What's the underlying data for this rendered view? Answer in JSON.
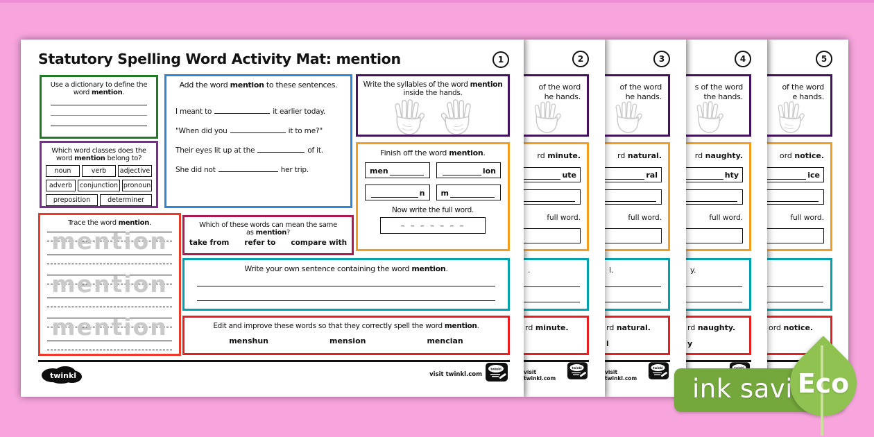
{
  "title": "Statutory Spelling Word Activity Mat: mention",
  "page_number": "1",
  "dictionary": {
    "pre": "Use a dictionary to define the word ",
    "word": "mention",
    "post": "."
  },
  "word_classes": {
    "pre": "Which word classes does the word ",
    "word": "mention",
    "post": " belong to?",
    "cells": [
      "noun",
      "verb",
      "adjective",
      "adverb",
      "conjunction",
      "pronoun",
      "preposition",
      "determiner"
    ]
  },
  "trace": {
    "pre": "Trace the word ",
    "word": "mention",
    "post": ".",
    "ghost": "mention"
  },
  "sentences": {
    "pre": "Add the word ",
    "word": "mention",
    "post": " to these sentences.",
    "items": [
      {
        "pre": "I meant to",
        "post": "it earlier today."
      },
      {
        "pre": "\"When did you",
        "post": "it to me?\""
      },
      {
        "pre": "Their eyes lit up at the",
        "post": "of it."
      },
      {
        "pre": "She did not",
        "post": "her trip."
      }
    ]
  },
  "synonyms": {
    "line1": "Which of these words can mean the same",
    "pre": "as ",
    "word": "mention",
    "post": "?",
    "options": [
      "take from",
      "refer to",
      "compare with"
    ]
  },
  "syllables": {
    "pre": "Write the syllables of the word ",
    "word": "mention",
    "post": " inside the hands."
  },
  "finish": {
    "pre": "Finish off the word ",
    "word": "mention",
    "post": ".",
    "cell1_pre": "men",
    "cell2_post": "ion",
    "cell3_post": "n",
    "cell4_pre": "m",
    "subtitle": "Now write the full word.",
    "dashes": "– – – – – – –"
  },
  "own_sentence": {
    "pre": "Write your own sentence containing the word ",
    "word": "mention",
    "post": "."
  },
  "edit": {
    "pre": "Edit and improve these words so that they correctly spell the word ",
    "word": "mention",
    "post": ".",
    "words": [
      "menshun",
      "mension",
      "mencian"
    ]
  },
  "footer": {
    "visit": "visit twinkl.com",
    "logo": "twinkl"
  },
  "slivers": [
    {
      "number": "2",
      "hands_l1": "of the word",
      "hands_l2": "he hands.",
      "finish_pre": "rd ",
      "finish_word": "minute.",
      "cell_suffix": "ute",
      "dash_frag": "–",
      "full_word": "full word.",
      "teal_frag": ".",
      "red_pre": "rd ",
      "red_word": "minute.",
      "words_frag": ""
    },
    {
      "number": "3",
      "hands_l1": "of the word",
      "hands_l2": "he hands.",
      "finish_pre": "rd ",
      "finish_word": "natural.",
      "cell_suffix": "ral",
      "dash_frag": "–",
      "full_word": "full word.",
      "teal_frag": "l.",
      "red_pre": "rd ",
      "red_word": "natural.",
      "words_frag": "l"
    },
    {
      "number": "4",
      "hands_l1": "s of the word",
      "hands_l2": "the hands.",
      "finish_pre": "rd ",
      "finish_word": "naughty.",
      "cell_suffix": "hty",
      "dash_frag": "–",
      "full_word": "full word.",
      "teal_frag": "y.",
      "red_pre": "rd ",
      "red_word": "naughty.",
      "words_frag": "y"
    },
    {
      "number": "5",
      "hands_l1": "of the word",
      "hands_l2": "e hands.",
      "finish_pre": "ord ",
      "finish_word": "notice.",
      "cell_suffix": "ice",
      "dash_frag": "–",
      "full_word": "full word.",
      "teal_frag": "",
      "red_pre": "ord ",
      "red_word": "notice.",
      "words_frag": ""
    }
  ],
  "eco": {
    "label": "ink saving",
    "badge": "Eco"
  },
  "colors": {
    "background": "#f8a5de",
    "green": "#1f7a24",
    "purple": "#7c2c8e",
    "dark_purple": "#45125f",
    "blue": "#2b86d5",
    "trace_red": "#ee3a29",
    "crimson": "#b01950",
    "orange": "#f49c1c",
    "teal": "#00a2b0",
    "red": "#e62020",
    "banner_green": "#74a73c",
    "leaf_green": "#8fc251"
  }
}
